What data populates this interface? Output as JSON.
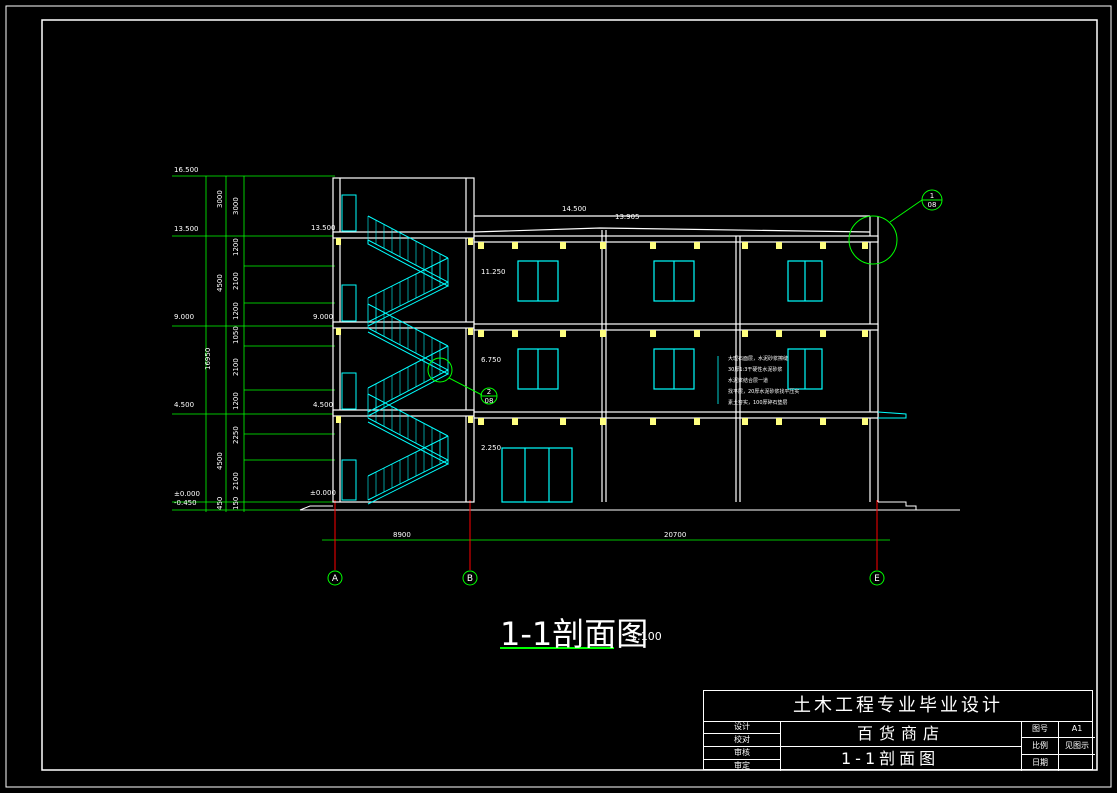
{
  "drawing": {
    "title": "1-1剖面图",
    "scale": "1:100"
  },
  "levels": {
    "left": [
      "16.500",
      "13.500",
      "9.000",
      "4.500",
      "±0.000",
      "-0.450"
    ],
    "stair": [
      "13.500",
      "9.000",
      "4.500",
      "±0.000"
    ],
    "right": [
      "11.250",
      "6.750",
      "2.250"
    ],
    "roof": [
      "14.500",
      "13.905"
    ]
  },
  "dimensions": {
    "vertical_outer": [
      "3000",
      "4500",
      "4500",
      "450"
    ],
    "vertical_total": "16950",
    "vertical_inner": [
      "3000",
      "1200",
      "2100",
      "1200",
      "1050",
      "2100",
      "1200",
      "2250",
      "2100",
      "150"
    ],
    "horizontal": [
      "8900",
      "20700"
    ]
  },
  "axes": [
    "A",
    "B",
    "E"
  ],
  "callouts": [
    {
      "num": "1",
      "sheet": "08"
    },
    {
      "num": "2",
      "sheet": "08"
    }
  ],
  "notes": [
    "大理石面层，水泥砂浆擦缝",
    "30厚1:3干硬性水泥砂浆",
    "水泥浆结合层一道",
    "找平层，20厚水泥砂浆找平压实",
    "素土夯实，100厚碎石垫层"
  ],
  "title_block": {
    "header": "土木工程专业毕业设计",
    "project": "百货商店",
    "sheet_name": "1-1剖面图",
    "left_labels": [
      "设计",
      "校对",
      "审核",
      "审定"
    ],
    "right_rows": [
      {
        "label": "图号",
        "value": "A1"
      },
      {
        "label": "比例",
        "value": "见图示"
      },
      {
        "label": "日期",
        "value": ""
      }
    ]
  },
  "colors": {
    "frame": "#ffffff",
    "structure": "#ffffff",
    "window": "#00ffff",
    "stair": "#00ffff",
    "dimension": "#00ff00",
    "axis": "#ff0000",
    "beam_block": "#ffff80"
  }
}
